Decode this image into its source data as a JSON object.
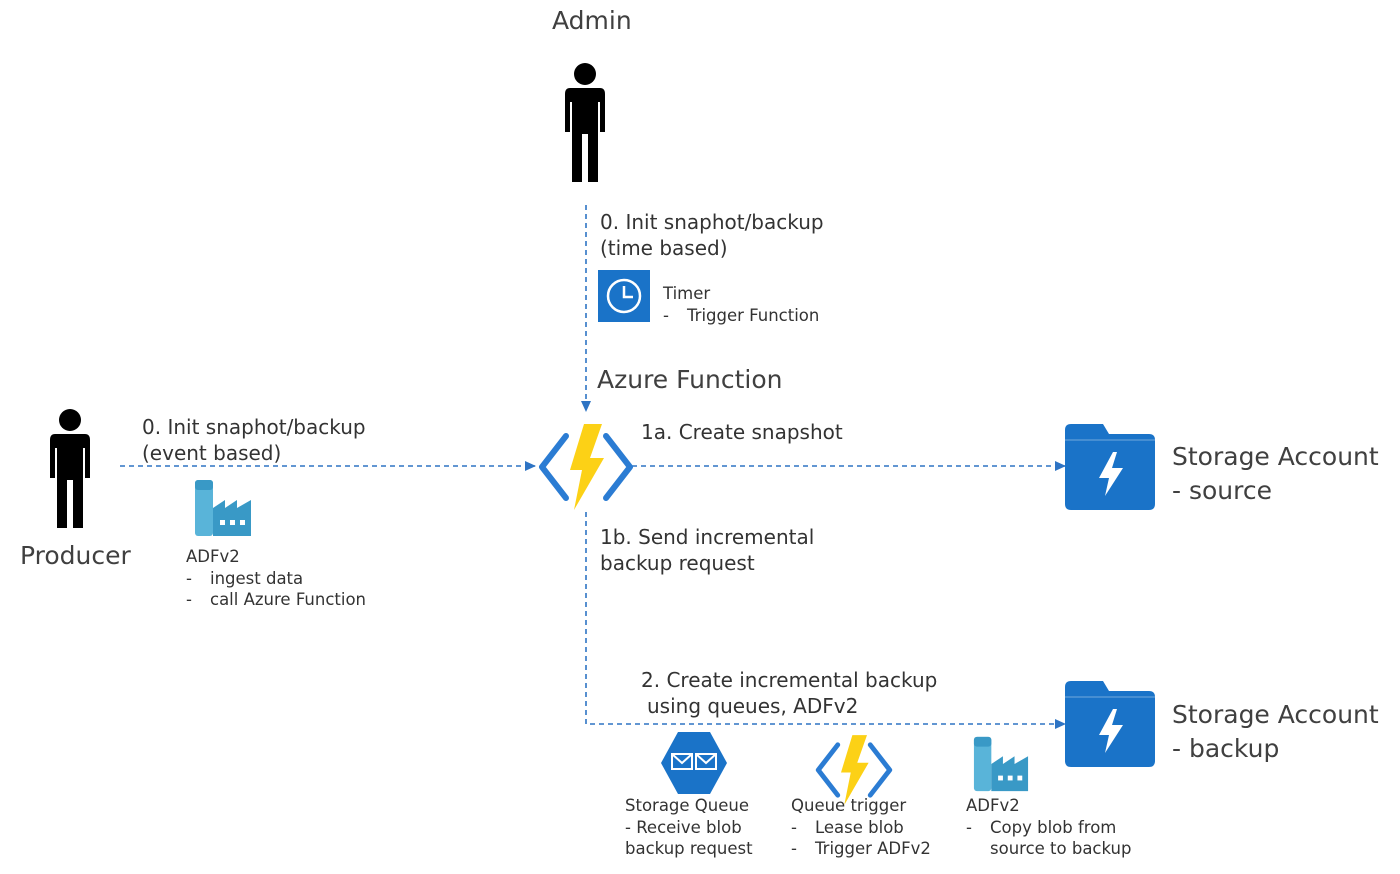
{
  "actors": {
    "admin": "Admin",
    "producer": "Producer"
  },
  "admin_flow": {
    "step_line1": "0. Init snaphot/backup",
    "step_line2": "(time based)",
    "timer_title": "Timer",
    "timer_item": "Trigger Function"
  },
  "function": {
    "title": "Azure Function"
  },
  "producer_flow": {
    "step_line1": "0. Init snaphot/backup",
    "step_line2": "(event based)",
    "adf_title": "ADFv2",
    "adf_items": [
      "ingest data",
      "call Azure Function"
    ]
  },
  "step_1a": "1a. Create snapshot",
  "step_1b": {
    "line1": "1b. Send incremental",
    "line2": "backup request"
  },
  "step_2": {
    "line1": "2. Create incremental backup",
    "line2": "using queues, ADFv2"
  },
  "storage_source": {
    "line1": "Storage Account",
    "line2": "- source"
  },
  "storage_backup": {
    "line1": "Storage Account",
    "line2": "- backup"
  },
  "queue": {
    "title": "Storage Queue",
    "line2": "- Receive blob",
    "line3": "backup request"
  },
  "queue_trigger": {
    "title": "Queue trigger",
    "items": [
      "Lease blob",
      "Trigger ADFv2"
    ]
  },
  "adf_copy": {
    "title": "ADFv2",
    "item_line1": "Copy blob from",
    "item_line2": "source to backup"
  },
  "list_dash": "-",
  "colors": {
    "azure_blue": "#1a73c8",
    "arrow_blue": "#2e74c4",
    "lightning_yellow": "#fcd116",
    "function_bracket": "#2b7cd3",
    "actor_black": "#000000"
  },
  "icons": {
    "actor": "person-icon",
    "timer": "clock-icon",
    "function": "azure-function-icon",
    "storage": "storage-account-icon",
    "queue": "storage-queue-icon",
    "adf": "data-factory-icon"
  }
}
